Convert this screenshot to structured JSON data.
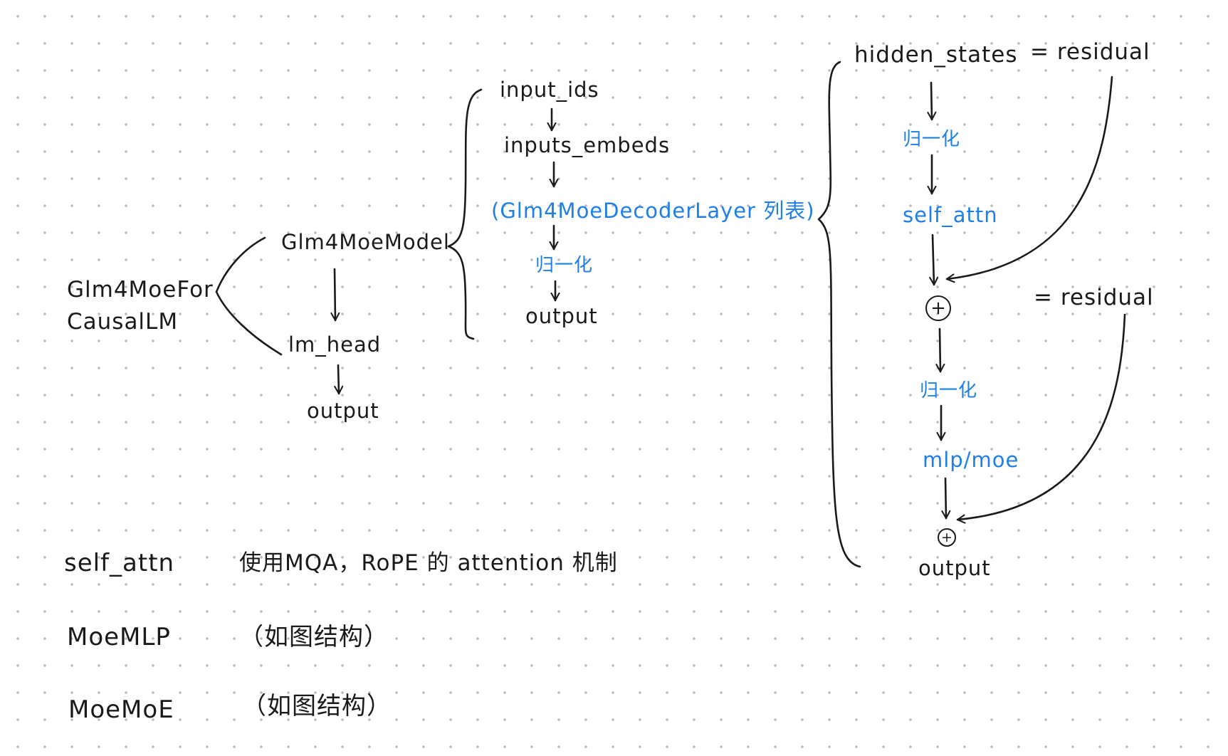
{
  "outer": {
    "model_class": [
      "Glm4MoeFor",
      "CausalLM"
    ],
    "model": "Glm4MoeModel",
    "lm_head": "lm_head",
    "output": "output"
  },
  "model_flow": {
    "input_ids": "input_ids",
    "inputs_embeds": "inputs_embeds",
    "decoder_layers": "(Glm4MoeDecoderLayer 列表)",
    "norm": "归一化",
    "output": "output"
  },
  "decoder_flow": {
    "hidden_states": "hidden_states",
    "assign_residual_1": "= residual",
    "norm_1": "归一化",
    "self_attn": "self_attn",
    "add_symbol_1": "+",
    "assign_residual_2": "= residual",
    "norm_2": "归一化",
    "mlp": "mlp/moe",
    "add_symbol_2": "+",
    "output": "output"
  },
  "notes": [
    {
      "term": "self_attn",
      "desc": "使用MQA，RoPE 的 attention 机制"
    },
    {
      "term": "MoeMLP",
      "desc": "（如图结构）"
    },
    {
      "term": "MoeMoE",
      "desc": "（如图结构）"
    }
  ],
  "colors": {
    "ink": "#1a1a1a",
    "accent": "#1e7fe6",
    "grid_dot": "#b9b9b9"
  }
}
